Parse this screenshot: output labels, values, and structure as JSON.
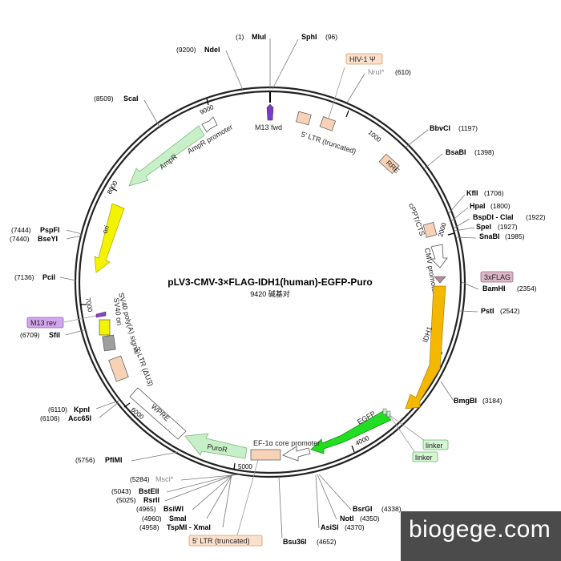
{
  "plasmid": {
    "name": "pLV3-CMV-3×FLAG-IDH1(human)-EGFP-Puro",
    "size_text": "9420 碱基对",
    "length": 9420
  },
  "ticks": [
    {
      "label": "1000",
      "bp": 1000
    },
    {
      "label": "2000",
      "bp": 2000
    },
    {
      "label": "3000",
      "bp": 3000
    },
    {
      "label": "4000",
      "bp": 4000
    },
    {
      "label": "5000",
      "bp": 5000
    },
    {
      "label": "6000",
      "bp": 6000
    },
    {
      "label": "7000",
      "bp": 7000
    },
    {
      "label": "8000",
      "bp": 8000
    },
    {
      "label": "9000",
      "bp": 9000
    }
  ],
  "sites": [
    {
      "name": "MluI",
      "pos": "(1)",
      "side": "left",
      "bp": 1
    },
    {
      "name": "SphI",
      "pos": "(96)",
      "side": "right",
      "bp": 96
    },
    {
      "name": "NruI*",
      "pos": "(610)",
      "side": "right",
      "bp": 610,
      "grey": true
    },
    {
      "name": "BbvCI",
      "pos": "(1197)",
      "side": "right",
      "bp": 1197
    },
    {
      "name": "BsaBI",
      "pos": "(1398)",
      "side": "right",
      "bp": 1398
    },
    {
      "name": "KflI",
      "pos": "(1706)",
      "side": "right",
      "bp": 1706
    },
    {
      "name": "HpaI",
      "pos": "(1800)",
      "side": "right",
      "bp": 1800
    },
    {
      "name": "BspDI - ClaI",
      "pos": "(1922)",
      "side": "right",
      "bp": 1922
    },
    {
      "name": "SpeI",
      "pos": "(1927)",
      "side": "right",
      "bp": 1927
    },
    {
      "name": "SnaBI",
      "pos": "(1985)",
      "side": "right",
      "bp": 1985
    },
    {
      "name": "BamHI",
      "pos": "(2354)",
      "side": "right",
      "bp": 2354
    },
    {
      "name": "PstI",
      "pos": "(2542)",
      "side": "right",
      "bp": 2542
    },
    {
      "name": "BmgBI",
      "pos": "(3184)",
      "side": "right",
      "bp": 3184
    },
    {
      "name": "BsrGI",
      "pos": "(4338)",
      "side": "right",
      "bp": 4338
    },
    {
      "name": "NotI",
      "pos": "(4350)",
      "side": "right",
      "bp": 4350
    },
    {
      "name": "AsiSI",
      "pos": "(4370)",
      "side": "right",
      "bp": 4370
    },
    {
      "name": "Bsu36I",
      "pos": "(4652)",
      "side": "right",
      "bp": 4652
    },
    {
      "name": "MscI*",
      "pos": "(5284)",
      "side": "left",
      "bp": 5284,
      "grey": true
    },
    {
      "name": "BstEII",
      "pos": "(5043)",
      "side": "left",
      "bp": 5043
    },
    {
      "name": "RsrII",
      "pos": "(5025)",
      "side": "left",
      "bp": 5025
    },
    {
      "name": "BsiWI",
      "pos": "(4965)",
      "side": "left",
      "bp": 4965
    },
    {
      "name": "SmaI",
      "pos": "(4960)",
      "side": "left",
      "bp": 4960
    },
    {
      "name": "TspMI - XmaI",
      "pos": "(4958)",
      "side": "left",
      "bp": 4958
    },
    {
      "name": "PflMI",
      "pos": "(5756)",
      "side": "left",
      "bp": 5756
    },
    {
      "name": "KpnI",
      "pos": "(6110)",
      "side": "left",
      "bp": 6110
    },
    {
      "name": "Acc65I",
      "pos": "(6106)",
      "side": "left",
      "bp": 6106
    },
    {
      "name": "SfiI",
      "pos": "(6709)",
      "side": "left",
      "bp": 6709
    },
    {
      "name": "PciI",
      "pos": "(7136)",
      "side": "left",
      "bp": 7136
    },
    {
      "name": "PspFI",
      "pos": "(7444)",
      "side": "left",
      "bp": 7444
    },
    {
      "name": "BseYI",
      "pos": "(7440)",
      "side": "left",
      "bp": 7440
    },
    {
      "name": "ScaI",
      "pos": "(8509)",
      "side": "left",
      "bp": 8509
    },
    {
      "name": "NdeI",
      "pos": "(9200)",
      "side": "left",
      "bp": 9200
    }
  ],
  "features": [
    {
      "label": "M13 fwd",
      "color": "#8a3fd0"
    },
    {
      "label": "5' LTR (truncated)",
      "color": "#f7d2b6"
    },
    {
      "label": "HIV-1 Ψ",
      "color": "#f7d2b6"
    },
    {
      "label": "RRE",
      "color": "#f7d2b6"
    },
    {
      "label": "cPPT/CTS",
      "color": "#f7d2b6"
    },
    {
      "label": "CMV promoter",
      "color": "#ffffff"
    },
    {
      "label": "3xFLAG",
      "color": "#c9a0b4"
    },
    {
      "label": "IDH1",
      "color": "#f5b800"
    },
    {
      "label": "EGFP",
      "color": "#22dd22"
    },
    {
      "label": "linker",
      "color": "#c8f0c8"
    },
    {
      "label": "linker",
      "color": "#c8f0c8"
    },
    {
      "label": "EF-1α core promoter",
      "color": "#ffffff"
    },
    {
      "label": "PuroR",
      "color": "#c8f0c8"
    },
    {
      "label": "WPRE",
      "color": "#ffffff"
    },
    {
      "label": "3' LTR (ΔU3)",
      "color": "#f7d2b6"
    },
    {
      "label": "SV40 poly(A) signal",
      "color": "#9e9e9e"
    },
    {
      "label": "SV40 ori",
      "color": "#f3f300"
    },
    {
      "label": "M13 rev",
      "color": "#c080e0"
    },
    {
      "label": "ori",
      "color": "#f3f300"
    },
    {
      "label": "AmpR",
      "color": "#c8f0c8"
    },
    {
      "label": "AmpR promoter",
      "color": "#ffffff"
    },
    {
      "label": "5' LTR (truncated)",
      "color": "#f7d2b6"
    }
  ],
  "watermark": "biogege.com"
}
